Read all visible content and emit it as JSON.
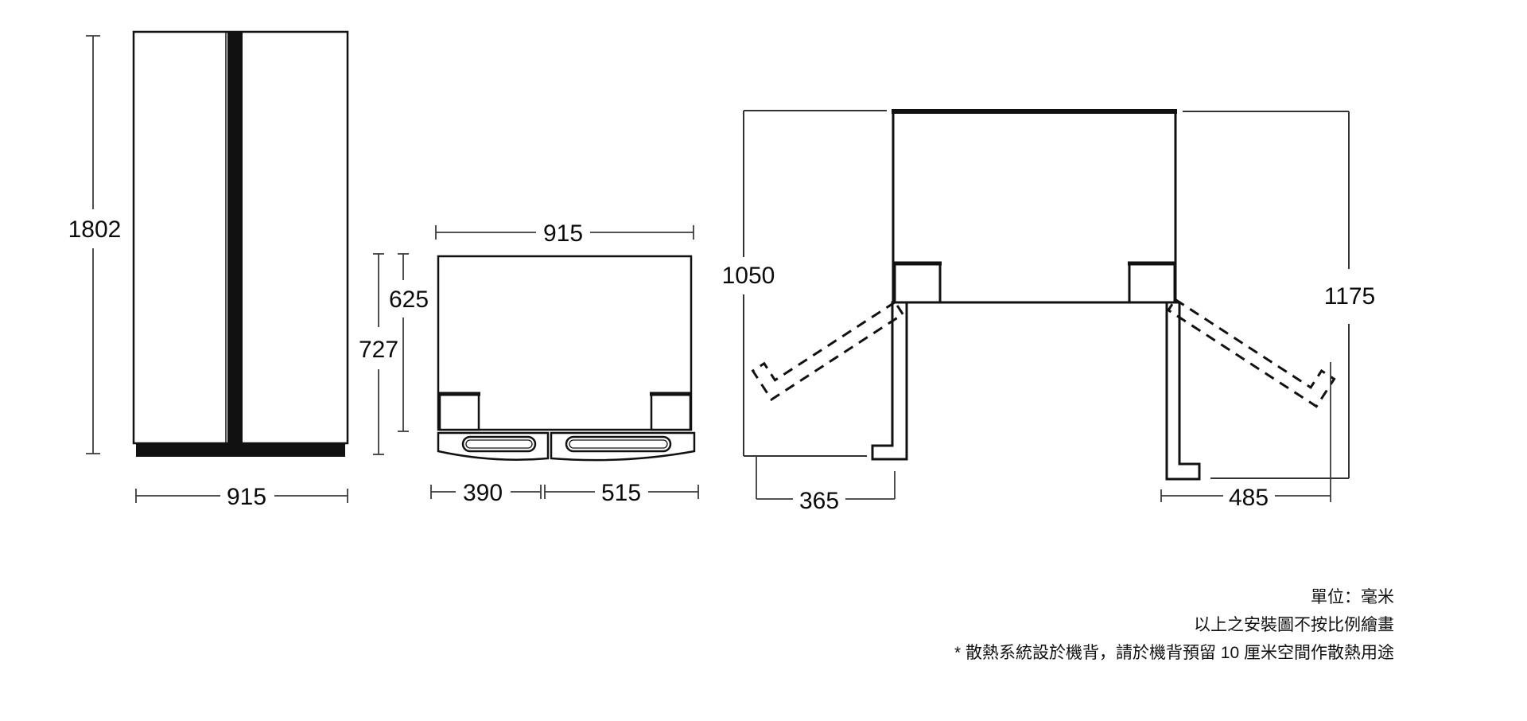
{
  "diagram": {
    "front_view": {
      "height_mm": "1802",
      "width_mm": "915"
    },
    "top_view": {
      "width_mm": "915",
      "depth_cabinet_mm": "625",
      "depth_total_mm": "727",
      "left_door_mm": "390",
      "right_door_mm": "515"
    },
    "installation_view": {
      "left_depth_mm": "1050",
      "right_depth_mm": "1175",
      "left_clearance_mm": "365",
      "right_clearance_mm": "485"
    }
  },
  "notes": {
    "line1": "單位：毫米",
    "line2": "以上之安裝圖不按比例繪畫",
    "line3": "* 散熱系統設於機背，請於機背預留 10 厘米空間作散熱用途"
  },
  "colors": {
    "background": "#ffffff",
    "line": "#111111",
    "dim_line": "#3c3c3c",
    "text": "#0a0a0a"
  }
}
